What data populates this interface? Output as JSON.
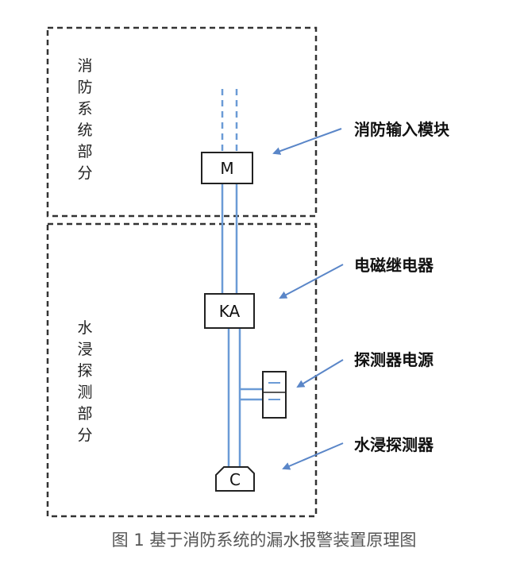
{
  "regions": {
    "fire_system": "消防系统部分",
    "water_detection": "水浸探测部分"
  },
  "components": {
    "module": "M",
    "relay": "KA",
    "sensor": "C"
  },
  "callouts": {
    "fire_input_module": "消防输入模块",
    "relay": "电磁继电器",
    "detector_power": "探测器电源",
    "water_detector": "水浸探测器"
  },
  "caption": "图 1  基于消防系统的漏水报警装置原理图",
  "colors": {
    "wire": "#6b9bd6",
    "arrow": "#5a86c8",
    "border": "#333333"
  }
}
